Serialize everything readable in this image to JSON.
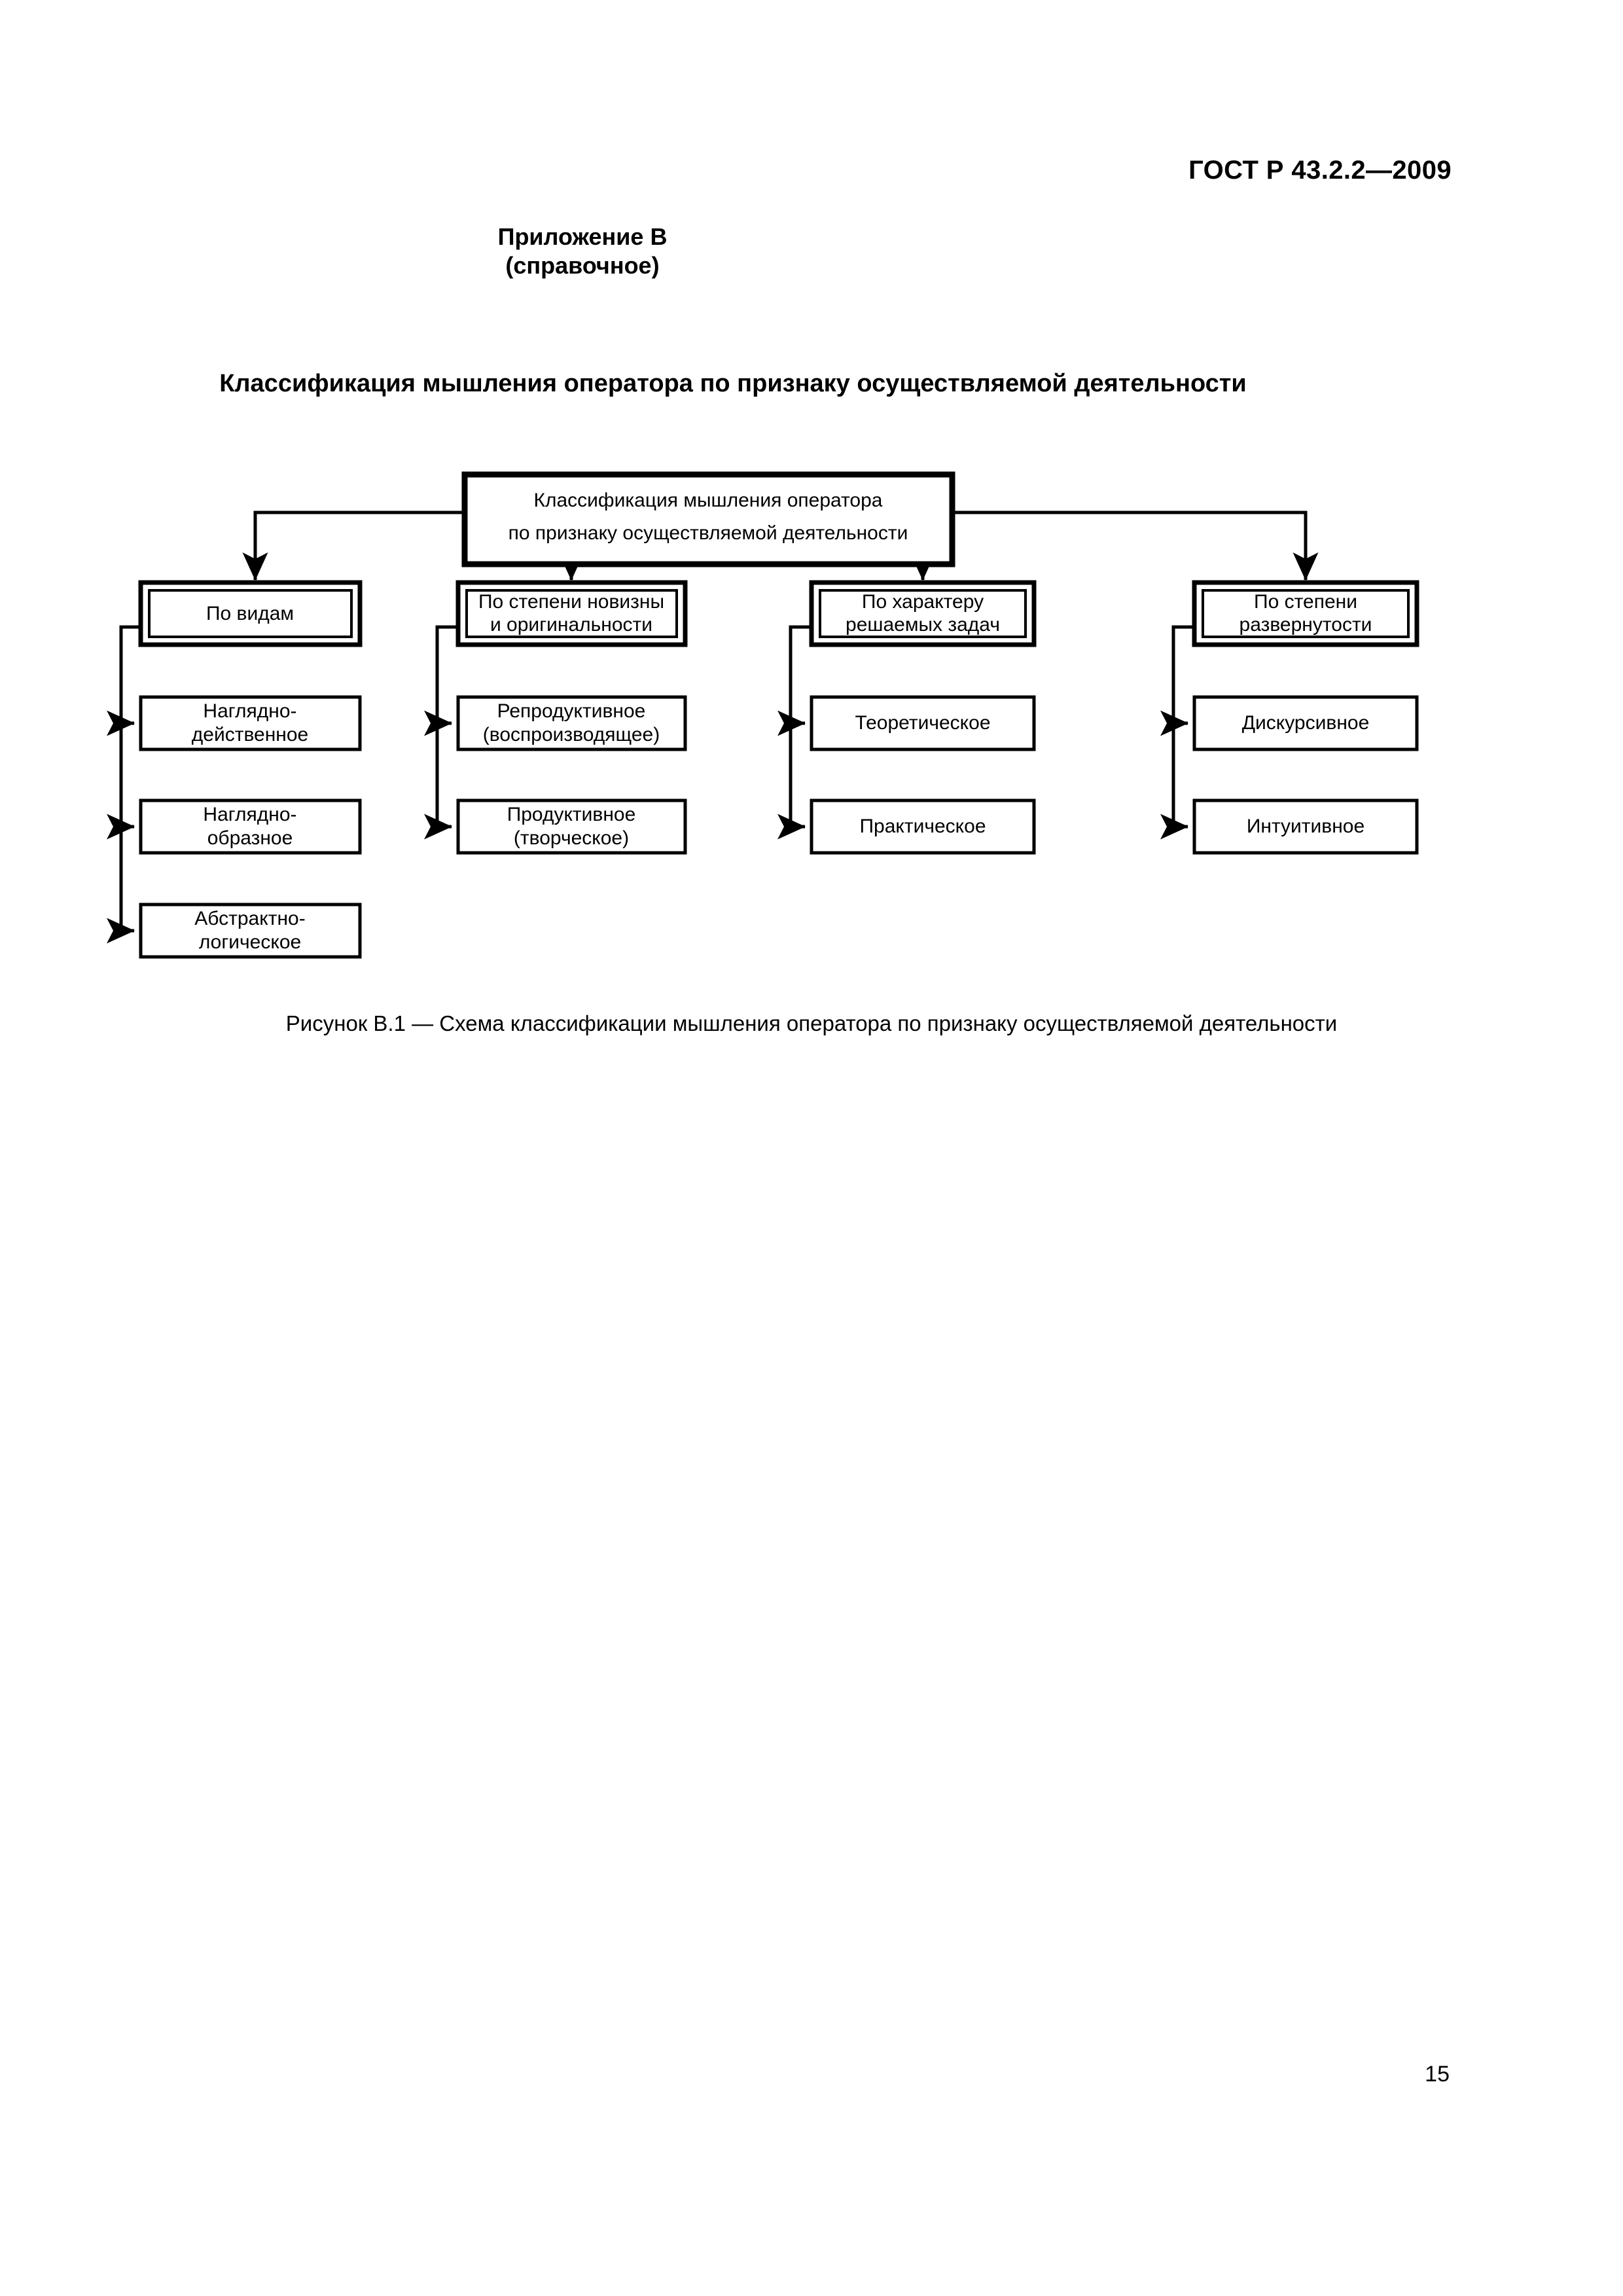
{
  "header": {
    "standard_number": "ГОСТ Р 43.2.2—2009"
  },
  "annex": {
    "label": "Приложение В",
    "type": "(справочное)"
  },
  "section": {
    "title": "Классификация мышления оператора по признаку осуществляемой деятельности"
  },
  "figure": {
    "caption": "Рисунок В.1 — Схема классификации мышления оператора по признаку осуществляемой деятельности",
    "root": {
      "line1": "Классификация мышления оператора",
      "line2": "по признаку осуществляемой деятельности"
    },
    "columns": [
      {
        "heading": {
          "line1": "По видам",
          "line2": ""
        },
        "items": [
          {
            "line1": "Наглядно-",
            "line2": "действенное"
          },
          {
            "line1": "Наглядно-",
            "line2": "образное"
          },
          {
            "line1": "Абстрактно-",
            "line2": "логическое"
          }
        ]
      },
      {
        "heading": {
          "line1": "По степени новизны",
          "line2": "и оригинальности"
        },
        "items": [
          {
            "line1": "Репродуктивное",
            "line2": "(воспроизводящее)"
          },
          {
            "line1": "Продуктивное",
            "line2": "(творческое)"
          }
        ]
      },
      {
        "heading": {
          "line1": "По характеру",
          "line2": "решаемых задач"
        },
        "items": [
          {
            "line1": "Теоретическое",
            "line2": ""
          },
          {
            "line1": "Практическое",
            "line2": ""
          }
        ]
      },
      {
        "heading": {
          "line1": "По степени",
          "line2": "развернутости"
        },
        "items": [
          {
            "line1": "Дискурсивное",
            "line2": ""
          },
          {
            "line1": "Интуитивное",
            "line2": ""
          }
        ]
      }
    ]
  },
  "footer": {
    "page_number": "15"
  },
  "colors": {
    "ink": "#000000",
    "paper": "#ffffff"
  }
}
